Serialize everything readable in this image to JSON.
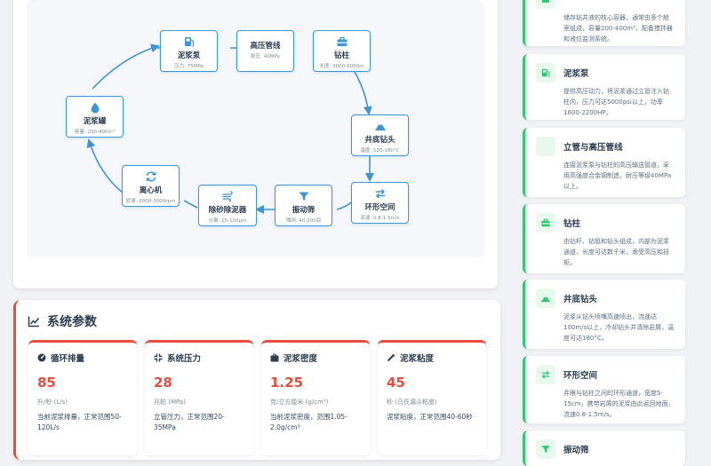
{
  "diagram": {
    "nodes": [
      {
        "id": "pump",
        "icon": "gas-pump-icon",
        "title": "泥浆泵",
        "sub": "压力: 75MPa"
      },
      {
        "id": "pipe",
        "icon": "",
        "title": "高压管线",
        "sub": "耐压: 40MPa"
      },
      {
        "id": "pipe-drill",
        "icon": "toolbox-icon",
        "title": "钻柱",
        "sub": "长度: 3000-6000m"
      },
      {
        "id": "bit",
        "icon": "mountain-icon",
        "title": "井底钻头",
        "sub": "温度: 120-180°C"
      },
      {
        "id": "annulus",
        "icon": "exchange-icon",
        "title": "环形空间",
        "sub": "流速: 0.8-1.5m/s"
      },
      {
        "id": "shaker",
        "icon": "filter-icon",
        "title": "振动筛",
        "sub": "筛网: 40-200目"
      },
      {
        "id": "desander",
        "icon": "wind-icon",
        "title": "除砂除泥器",
        "sub": "分离: 15-100μm"
      },
      {
        "id": "centrifuge",
        "icon": "sync-icon",
        "title": "离心机",
        "sub": "转速: 2000-3000rpm"
      },
      {
        "id": "tank",
        "icon": "droplet-icon",
        "title": "泥浆罐",
        "sub": "容量: 200-400m³"
      }
    ]
  },
  "params": {
    "title": "系统参数",
    "cards": [
      {
        "icon": "tachometer-icon",
        "title": "循环排量",
        "value": "85",
        "unit": "升/秒 (L/s)",
        "desc": "当前泥浆排量，正常范围50-120L/s"
      },
      {
        "icon": "compress-icon",
        "title": "系统压力",
        "value": "28",
        "unit": "兆帕 (MPa)",
        "desc": "立管压力，正常范围20-35MPa"
      },
      {
        "icon": "weight-icon",
        "title": "泥浆密度",
        "value": "1.25",
        "unit": "克/立方厘米 (g/cm³)",
        "desc": "当前泥浆密度，范围1.05-2.0g/cm³"
      },
      {
        "icon": "eyedropper-icon",
        "title": "泥浆粘度",
        "value": "45",
        "unit": "秒 (马氏漏斗粘度)",
        "desc": "泥浆粘度，正常范围40-60秒"
      }
    ]
  },
  "components": [
    {
      "icon": "tank-icon",
      "title": "",
      "desc": "储存钻井液的核心容器，通常由多个舱室组成，容量200-400m³，配备搅拌器和液位监测系统。"
    },
    {
      "icon": "gas-pump-icon",
      "title": "泥浆泵",
      "desc": "提供高压动力，将泥浆通过立管注入钻柱内，压力可达5000psi以上，功率1600-2200HP。"
    },
    {
      "icon": "",
      "title": "立管与高压管线",
      "desc": "连接泥浆泵与钻柱的高压输送管道，采用高强度合金钢制造，耐压等级40MPa以上。"
    },
    {
      "icon": "toolbox-icon",
      "title": "钻柱",
      "desc": "由钻杆、钻铤和钻头组成，内部为泥浆通道，长度可达数千米，承受高压和扭矩。"
    },
    {
      "icon": "mountain-icon",
      "title": "井底钻头",
      "desc": "泥浆从钻头喷嘴高速喷出，流速达100m/s以上，冷却钻头并清除岩屑，温度可达180°C。"
    },
    {
      "icon": "exchange-icon",
      "title": "环形空间",
      "desc": "井眼与钻柱之间的环形通道，宽度5-15cm，携带岩屑的泥浆由此返回地面，流速0.8-1.5m/s。"
    },
    {
      "icon": "filter-icon",
      "title": "振动筛",
      "desc": ""
    }
  ]
}
